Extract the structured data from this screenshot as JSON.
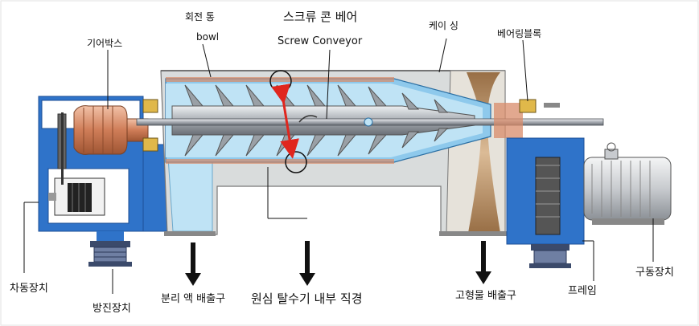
{
  "labels": {
    "bowl_ko": "회전 통",
    "bowl_en": "bowl",
    "screw_ko": "스크류 콘 베어",
    "screw_en": "Screw Conveyor",
    "casing": "케이 싱",
    "bearing_block": "베어링블록",
    "gearbox": "기어박스",
    "back_drive": "차동장치",
    "anti_vibration": "방진장치",
    "liquid_outlet": "분리 액 배출구",
    "inner_diameter": "원심 탈수기 내부 직경",
    "solid_outlet": "고형물 배출구",
    "frame": "프레임",
    "main_drive": "구동장치"
  },
  "colors": {
    "frame_blue": "#2f73c9",
    "frame_blue_dark": "#1d4f96",
    "liquid_light": "#bfe3f5",
    "bowl_blue": "#8ec9ec",
    "casing_gray": "#d9dcdc",
    "screw_gray": "#8e9298",
    "gear_copper": "#d88b6a",
    "solids_brown": "#8a5a2b",
    "bearing_yellow": "#e0b84a",
    "measure_red": "#e0261e",
    "arrow_black": "#111111"
  }
}
